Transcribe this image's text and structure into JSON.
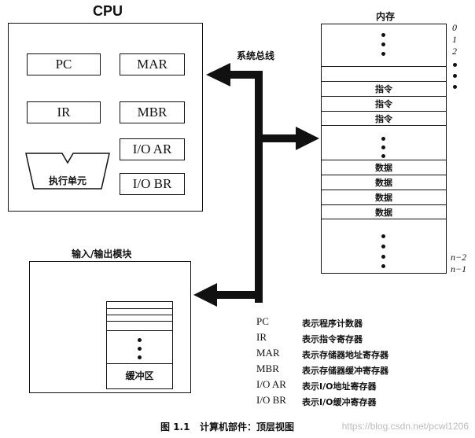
{
  "cpu": {
    "title": "CPU",
    "registers": {
      "pc": "PC",
      "ir": "IR",
      "mar": "MAR",
      "mbr": "MBR",
      "ioar": "I/O AR",
      "iobr": "I/O BR"
    },
    "exec_unit": "执行单元"
  },
  "bus_label": "系统总线",
  "memory": {
    "title": "内存",
    "index_top": [
      "0",
      "1",
      "2"
    ],
    "index_bottom": [
      "n−2",
      "n−1"
    ],
    "instructions": [
      "指令",
      "指令",
      "指令"
    ],
    "data": [
      "数据",
      "数据",
      "数据",
      "数据"
    ]
  },
  "io_module": {
    "title": "输入/输出模块",
    "buffer_label": "缓冲区"
  },
  "legend": [
    {
      "abbr": "PC",
      "desc": "表示程序计数器"
    },
    {
      "abbr": "IR",
      "desc": "表示指令寄存器"
    },
    {
      "abbr": "MAR",
      "desc": "表示存储器地址寄存器"
    },
    {
      "abbr": "MBR",
      "desc": "表示存储器缓冲寄存器"
    },
    {
      "abbr": "I/O AR",
      "desc": "表示I/O地址寄存器"
    },
    {
      "abbr": "I/O BR",
      "desc": "表示I/O缓冲寄存器"
    }
  ],
  "caption": "图 1.1   计算机部件：顶层视图",
  "watermark": "https://blog.csdn.net/pcwl1206"
}
